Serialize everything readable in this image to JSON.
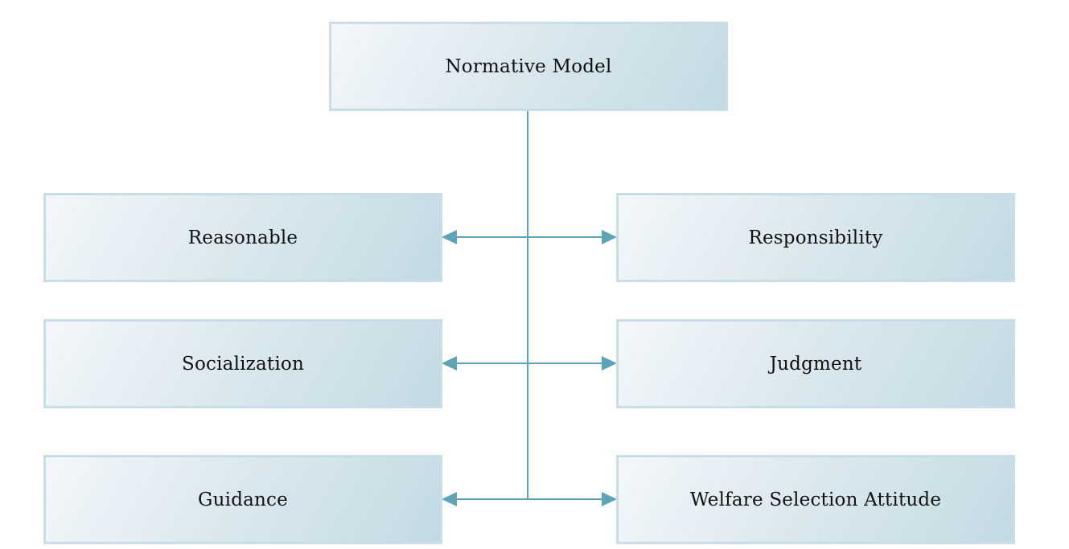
{
  "diagram": {
    "root": {
      "label": "Normative Model"
    },
    "left_nodes": [
      {
        "label": "Reasonable"
      },
      {
        "label": "Socialization"
      },
      {
        "label": "Guidance"
      }
    ],
    "right_nodes": [
      {
        "label": "Responsibility"
      },
      {
        "label": "Judgment"
      },
      {
        "label": "Welfare Selection Attitude"
      }
    ],
    "colors": {
      "connector": "#5fa3b8",
      "box_border": "#c9dde6",
      "box_fill_light": "#f3f7fa",
      "box_fill_dark": "#c3dae3",
      "text": "#111111"
    }
  }
}
